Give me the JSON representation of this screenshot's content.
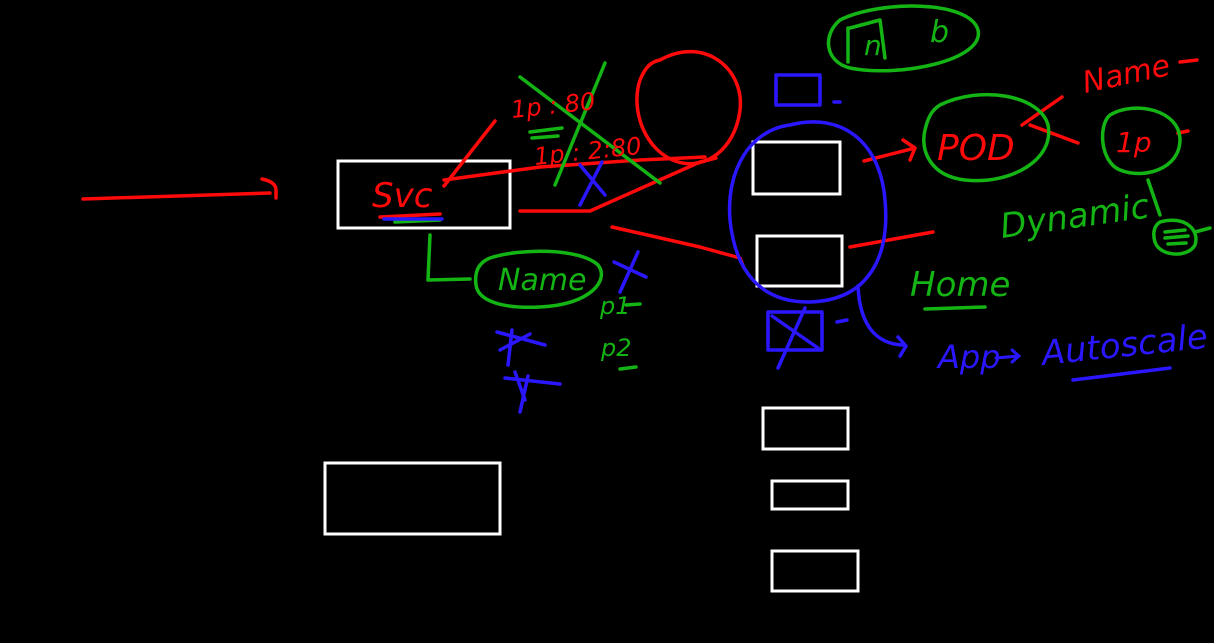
{
  "colors": {
    "background": "#000000",
    "box": "#ffffffff",
    "red": "#ff0a0a",
    "green": "#14b414",
    "blue": "#2b17ff"
  },
  "labels": {
    "svc": "Svc",
    "ip_red": "1p : 80",
    "ip_red_2": "1p : 2:80",
    "name_bubble": "Name",
    "p1": "p1",
    "p2": "p2",
    "pod": "POD",
    "name_top": "Name",
    "ip_circle": "1p",
    "dynamic": "Dynamic",
    "home": "Home",
    "app": "App",
    "autoscale": "Autoscale",
    "top_left_glyph": "n",
    "top_right_glyph": "b"
  }
}
